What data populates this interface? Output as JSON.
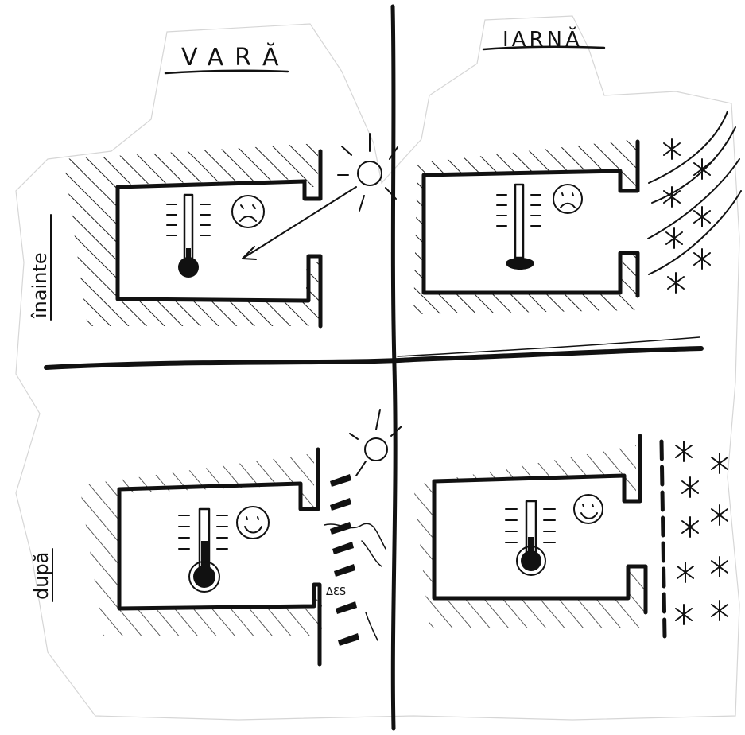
{
  "labels": {
    "summer": "VARĂ",
    "winter": "IARNĂ",
    "before": "înainte",
    "after": "după",
    "fan_note": "ΔƐS"
  },
  "panels": [
    {
      "id": "summer-before",
      "face": "sad",
      "thermometer_level": 0.15
    },
    {
      "id": "winter-before",
      "face": "sad",
      "thermometer_level": 0.1
    },
    {
      "id": "summer-after",
      "face": "happy",
      "thermometer_level": 0.35
    },
    {
      "id": "winter-after",
      "face": "happy",
      "thermometer_level": 0.35
    }
  ]
}
